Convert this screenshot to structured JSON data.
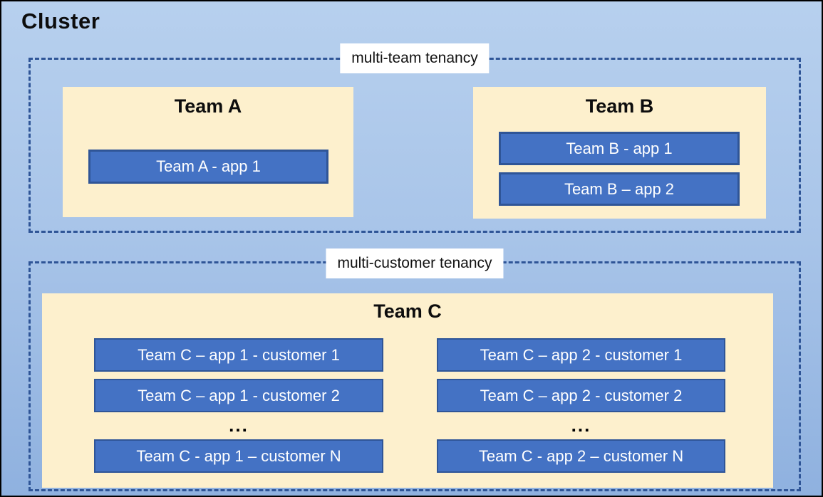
{
  "diagram": {
    "title": "Cluster",
    "colors": {
      "background_top": "#b7d0ee",
      "background_bottom": "#8fb1df",
      "team_box_fill": "#fdf0cd",
      "app_fill": "#4472c4",
      "app_border": "#2f5597",
      "dashed_border": "#2f5597",
      "label_background": "#ffffff",
      "title_text": "#0d0d0d",
      "app_text": "#ffffff"
    },
    "sections": [
      {
        "label": "multi-team tenancy",
        "teams": [
          {
            "name": "Team A",
            "apps": [
              "Team A - app 1"
            ]
          },
          {
            "name": "Team B",
            "apps": [
              "Team B - app 1",
              "Team B – app 2"
            ]
          }
        ]
      },
      {
        "label": "multi-customer tenancy",
        "teams": [
          {
            "name": "Team C",
            "columns": [
              {
                "rows": [
                  "Team C – app 1 - customer 1",
                  "Team C – app 1 - customer 2",
                  "...",
                  "Team C - app 1 – customer N"
                ]
              },
              {
                "rows": [
                  "Team C – app 2 - customer 1",
                  "Team C – app 2 - customer 2",
                  "...",
                  "Team C - app 2 – customer N"
                ]
              }
            ]
          }
        ]
      }
    ]
  }
}
